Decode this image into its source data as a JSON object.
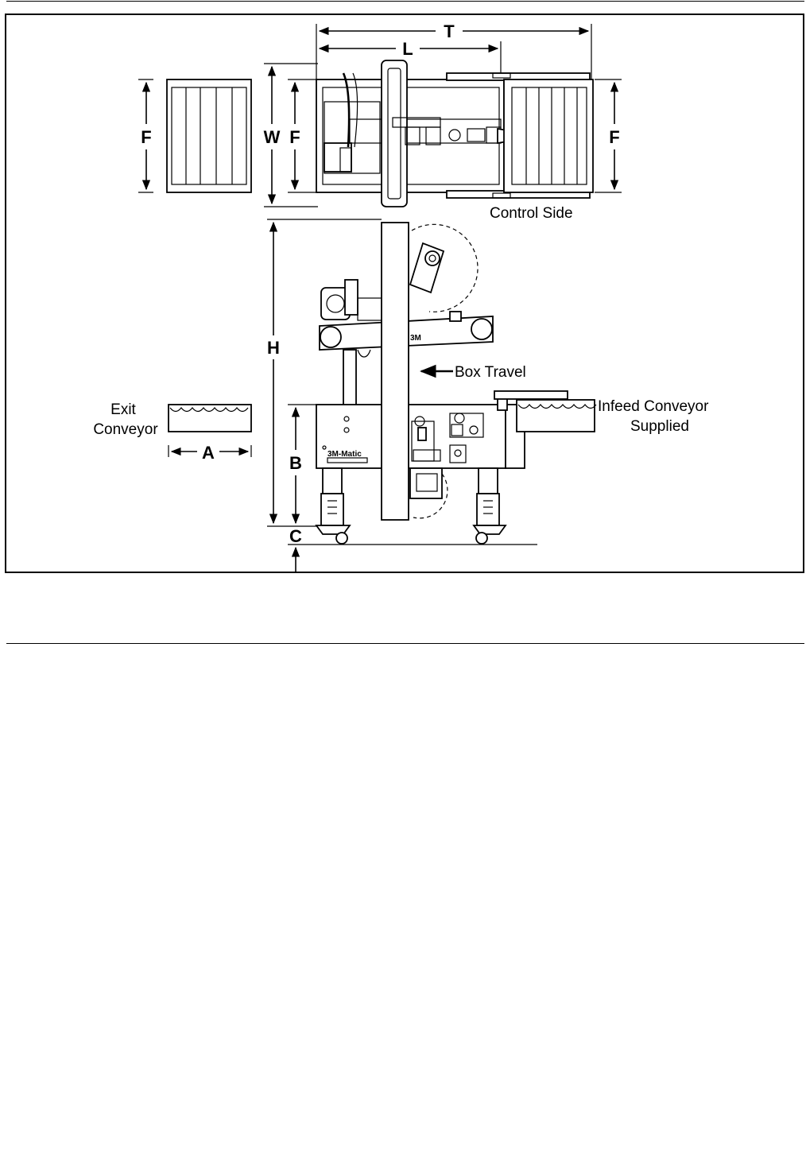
{
  "figure": {
    "dimension_labels": {
      "T": "T",
      "L": "L",
      "W": "W",
      "F_left": "F",
      "F_inner": "F",
      "F_right": "F",
      "H": "H",
      "B": "B",
      "C": "C",
      "A": "A"
    },
    "captions": {
      "control_side": "Control Side",
      "box_travel": "Box Travel",
      "exit_line1": "Exit",
      "exit_line2": "Conveyor",
      "infeed_line1": "Infeed Conveyor",
      "infeed_line2": "Supplied"
    },
    "machine_marks": {
      "logo": "3M",
      "brand": "3M-Matic"
    }
  }
}
